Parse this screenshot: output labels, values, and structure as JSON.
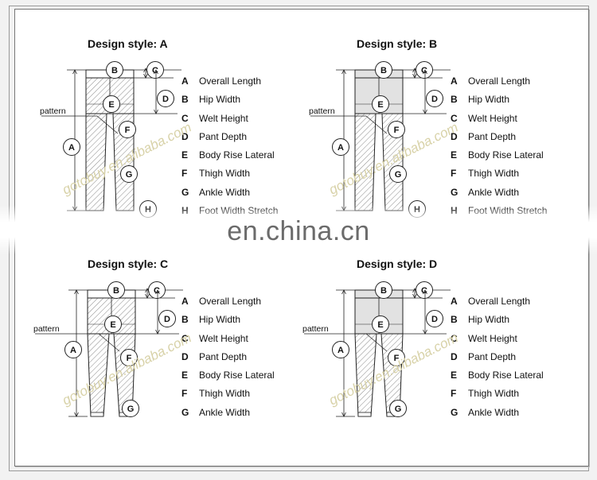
{
  "panels": [
    {
      "title": "Design style:  A",
      "legend": [
        {
          "key": "A",
          "label": "Overall Length"
        },
        {
          "key": "B",
          "label": "Hip Width"
        },
        {
          "key": "C",
          "label": "Welt Height"
        },
        {
          "key": "D",
          "label": "Pant Depth"
        },
        {
          "key": "E",
          "label": "Body Rise Lateral"
        },
        {
          "key": "F",
          "label": "Thigh Width"
        },
        {
          "key": "G",
          "label": "Ankle Width"
        },
        {
          "key": "H",
          "label": "Foot Width Stretch"
        }
      ]
    },
    {
      "title": "Design style:  B",
      "legend": [
        {
          "key": "A",
          "label": "Overall Length"
        },
        {
          "key": "B",
          "label": "Hip Width"
        },
        {
          "key": "C",
          "label": "Welt Height"
        },
        {
          "key": "D",
          "label": "Pant Depth"
        },
        {
          "key": "E",
          "label": "Body Rise Lateral"
        },
        {
          "key": "F",
          "label": "Thigh Width"
        },
        {
          "key": "G",
          "label": "Ankle Width"
        },
        {
          "key": "H",
          "label": "Foot Width Stretch"
        }
      ]
    },
    {
      "title": "Design style:  C",
      "legend": [
        {
          "key": "A",
          "label": "Overall Length"
        },
        {
          "key": "B",
          "label": "Hip Width"
        },
        {
          "key": "C",
          "label": "Welt Height"
        },
        {
          "key": "D",
          "label": "Pant Depth"
        },
        {
          "key": "E",
          "label": "Body Rise Lateral"
        },
        {
          "key": "F",
          "label": "Thigh Width"
        },
        {
          "key": "G",
          "label": "Ankle Width"
        }
      ]
    },
    {
      "title": "Design style:  D",
      "legend": [
        {
          "key": "A",
          "label": "Overall Length"
        },
        {
          "key": "B",
          "label": "Hip Width"
        },
        {
          "key": "C",
          "label": "Welt Height"
        },
        {
          "key": "D",
          "label": "Pant Depth"
        },
        {
          "key": "E",
          "label": "Body Rise Lateral"
        },
        {
          "key": "F",
          "label": "Thigh Width"
        },
        {
          "key": "G",
          "label": "Ankle Width"
        }
      ]
    }
  ],
  "pattern_label": "pattern",
  "watermark": "en.china.cn",
  "diagonal_watermark": "gotobuy.en.alibaba.com",
  "colors": {
    "line": "#222222",
    "hatch": "#555555",
    "fill": "#e2e2e2",
    "watermark": "#6b6b6b"
  }
}
